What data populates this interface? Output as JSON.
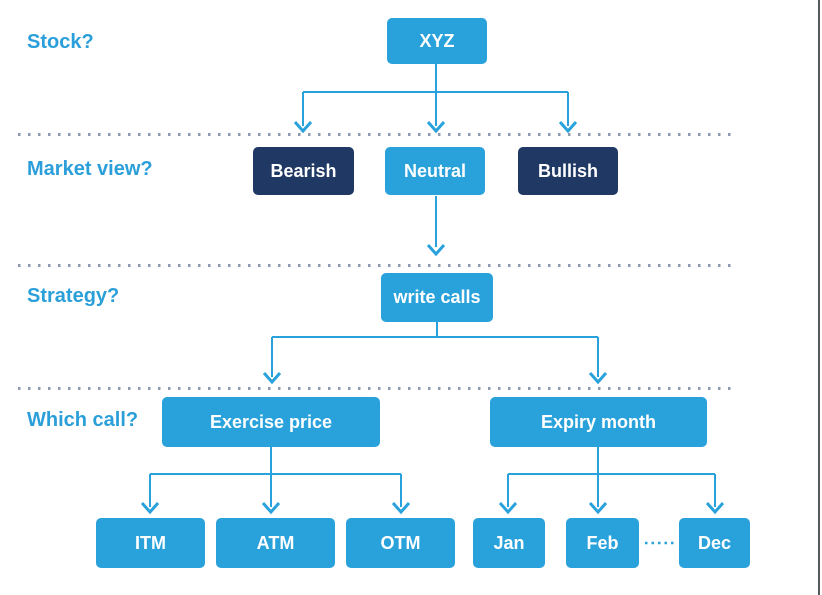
{
  "questions": {
    "stock": "Stock?",
    "market_view": "Market view?",
    "strategy": "Strategy?",
    "which_call": "Which call?"
  },
  "nodes": {
    "xyz": "XYZ",
    "bearish": "Bearish",
    "neutral": "Neutral",
    "bullish": "Bullish",
    "write_calls": "write calls",
    "exercise_price": "Exercise price",
    "expiry_month": "Expiry month",
    "itm": "ITM",
    "atm": "ATM",
    "otm": "OTM",
    "jan": "Jan",
    "feb": "Feb",
    "dec": "Dec"
  },
  "colors": {
    "node_blue": "#29a2db",
    "node_navy": "#203864",
    "label_blue": "#2b9fd9",
    "arrow_blue": "#29a2db",
    "separator_dot_gray": "#8c9ab0",
    "page_border_gray": "#58595b",
    "node_text": "#ffffff"
  }
}
